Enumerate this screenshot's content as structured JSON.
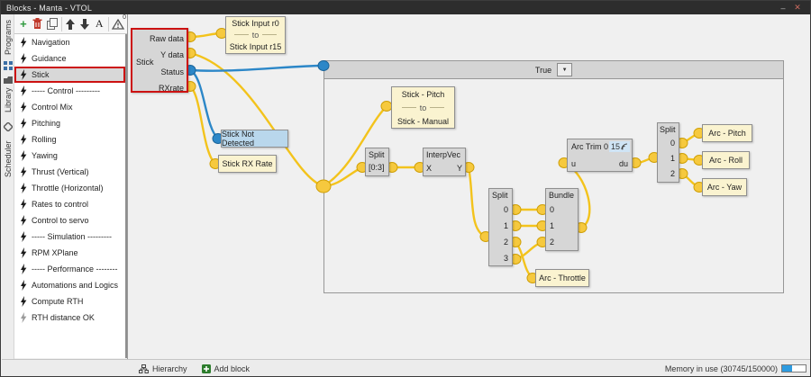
{
  "window": {
    "title": "Blocks - Manta - VTOL",
    "minimize_glyph": "–",
    "close_glyph": "✕"
  },
  "colors": {
    "wire_yellow": "#f3c31c",
    "wire_blue": "#2c87c8",
    "selection_red": "#cc1111",
    "block_cream": "#faf3d0",
    "block_blue": "#b9d7ec",
    "block_gray": "#d6d6d6"
  },
  "tabs": [
    {
      "label": "Programs"
    },
    {
      "label": "Library"
    },
    {
      "label": "Scheduler"
    }
  ],
  "toolbar": {
    "add_glyph": "+",
    "text_tool_glyph": "A",
    "warning_count": "0"
  },
  "sidebar": {
    "items": [
      {
        "label": "Navigation"
      },
      {
        "label": "Guidance"
      },
      {
        "label": "Stick",
        "selected": true
      },
      {
        "label": "----- Control ---------"
      },
      {
        "label": "Control Mix"
      },
      {
        "label": "Pitching"
      },
      {
        "label": "Rolling"
      },
      {
        "label": "Yawing"
      },
      {
        "label": "Thrust (Vertical)"
      },
      {
        "label": "Throttle (Horizontal)"
      },
      {
        "label": "Rates to control"
      },
      {
        "label": "Control to servo"
      },
      {
        "label": "----- Simulation ---------"
      },
      {
        "label": "RPM XPlane"
      },
      {
        "label": "----- Performance --------"
      },
      {
        "label": "Automations and Logics"
      },
      {
        "label": "Compute RTH"
      },
      {
        "label": "RTH distance OK",
        "dimmed": true
      }
    ]
  },
  "canvas": {
    "blocks": {
      "stick": {
        "title": "Stick",
        "outputs": [
          "Raw data",
          "Y data",
          "Status",
          "RXrate"
        ]
      },
      "stick_input_range": {
        "line1": "Stick Input r0",
        "separator": "to",
        "line2": "Stick Input r15"
      },
      "container": {
        "condition": "True"
      },
      "stick_pitch_range": {
        "line1": "Stick - Pitch",
        "separator": "to",
        "line2": "Stick - Manual"
      },
      "stick_not_detected": {
        "label": "Stick Not Detected"
      },
      "stick_rx_rate": {
        "label": "Stick RX Rate"
      },
      "split1": {
        "title": "Split",
        "range": "[0:3]"
      },
      "interpvec": {
        "title": "InterpVec",
        "input": "X",
        "output": "Y"
      },
      "split2": {
        "title": "Split",
        "outputs": [
          "0",
          "1",
          "2",
          "3"
        ]
      },
      "bundle": {
        "title": "Bundle",
        "inputs": [
          "0",
          "1",
          "2"
        ]
      },
      "arc_throttle": {
        "label": "Arc - Throttle"
      },
      "arc_trim": {
        "title": "Arc Trim 0",
        "badge": "15",
        "input": "u",
        "output": "du"
      },
      "split3": {
        "title": "Split",
        "outputs": [
          "0",
          "1",
          "2"
        ]
      },
      "arc_pitch": {
        "label": "Arc - Pitch"
      },
      "arc_roll": {
        "label": "Arc - Roll"
      },
      "arc_yaw": {
        "label": "Arc - Yaw"
      }
    }
  },
  "statusbar": {
    "hierarchy_label": "Hierarchy",
    "add_block_label": "Add block",
    "memory_label": "Memory in use (30745/150000)"
  }
}
